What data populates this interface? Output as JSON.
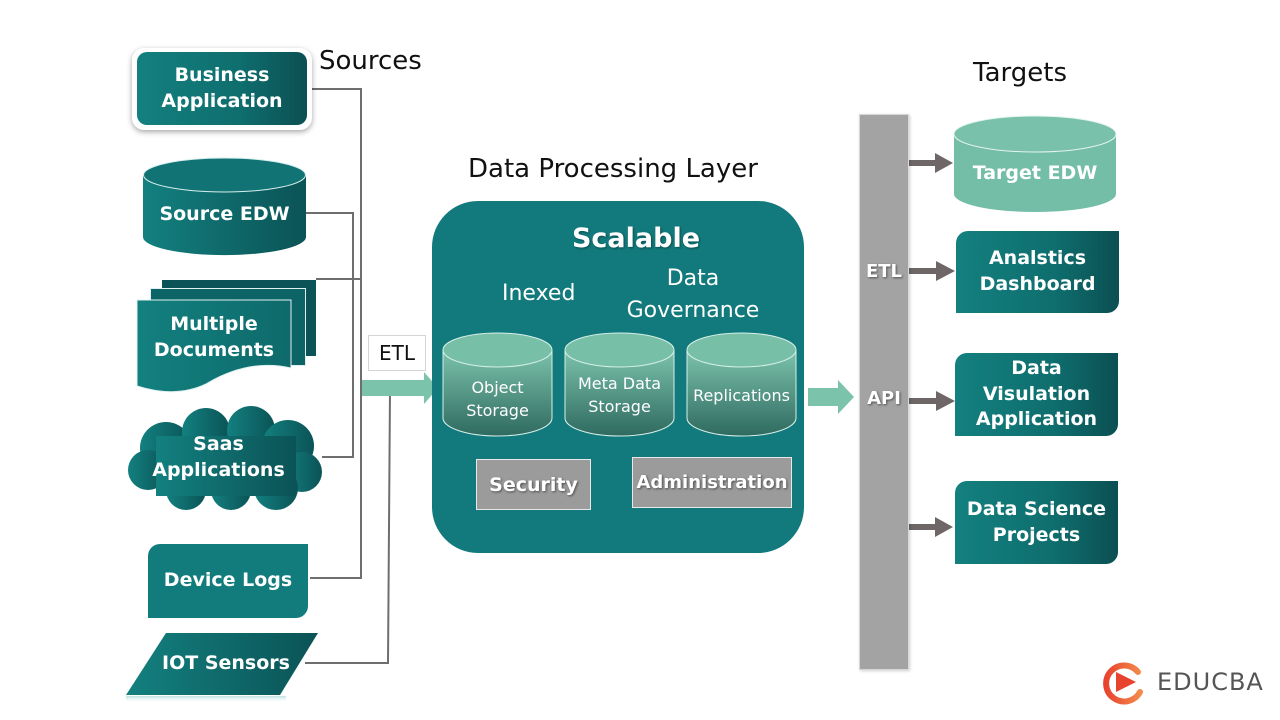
{
  "headings": {
    "sources": "Sources",
    "processing": "Data Processing Layer",
    "targets": "Targets"
  },
  "sources": [
    {
      "label_line1": "Business",
      "label_line2": "Application",
      "shape": "rounded-rect"
    },
    {
      "label_line1": "Source EDW",
      "label_line2": "",
      "shape": "cylinder"
    },
    {
      "label_line1": "Multiple",
      "label_line2": "Documents",
      "shape": "multi-document"
    },
    {
      "label_line1": "Saas",
      "label_line2": "Applications",
      "shape": "cloud"
    },
    {
      "label_line1": "Device Logs",
      "label_line2": "",
      "shape": "snipped-rect"
    },
    {
      "label_line1": "IOT Sensors",
      "label_line2": "",
      "shape": "parallelogram"
    }
  ],
  "etl_left": "ETL",
  "processing": {
    "title": "Scalable",
    "left_caption": "Inexed",
    "right_caption_line1": "Data",
    "right_caption_line2": "Governance",
    "stores": [
      {
        "line1": "Object",
        "line2": "Storage"
      },
      {
        "line1": "Meta Data",
        "line2": "Storage"
      },
      {
        "line1": "Replications",
        "line2": ""
      }
    ],
    "security": "Security",
    "administration": "Administration"
  },
  "gateway": {
    "etl": "ETL",
    "api": "API"
  },
  "targets": [
    {
      "line1": "Target EDW",
      "line2": "",
      "shape": "cylinder"
    },
    {
      "line1": "Analstics",
      "line2": "Dashboard",
      "shape": "snipped-rect"
    },
    {
      "line1": "Data Visulation",
      "line2": "Application",
      "shape": "snipped-rect"
    },
    {
      "line1": "Data Science",
      "line2": "Projects",
      "shape": "snipped-rect"
    }
  ],
  "logo": {
    "brand": "EDUCBA",
    "icon": "play-circle-icon",
    "color": "#e8432f"
  },
  "colors": {
    "teal_dark": "#0b5356",
    "teal": "#127c7d",
    "mint": "#76bfa7",
    "gray_bar": "#a3a3a3",
    "arrow_gray": "#6f6767"
  }
}
